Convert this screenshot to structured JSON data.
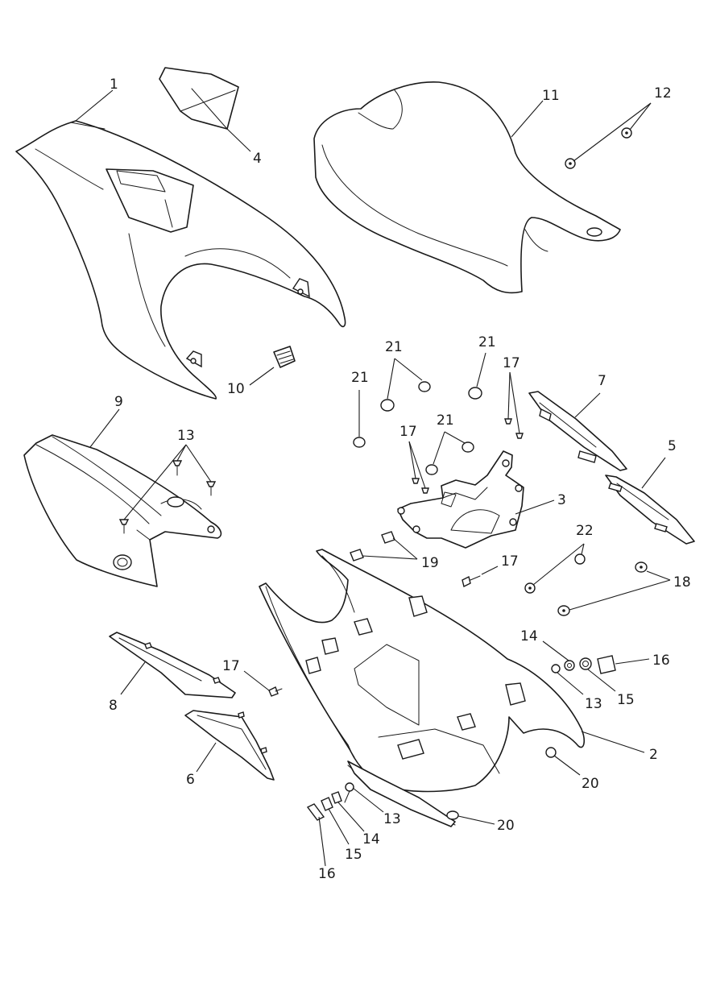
{
  "callouts": [
    {
      "id": "c1",
      "label": "1"
    },
    {
      "id": "c4",
      "label": "4"
    },
    {
      "id": "c11",
      "label": "11"
    },
    {
      "id": "c12",
      "label": "12"
    },
    {
      "id": "c21a",
      "label": "21"
    },
    {
      "id": "c21b",
      "label": "21"
    },
    {
      "id": "c21c",
      "label": "21"
    },
    {
      "id": "c21d",
      "label": "21"
    },
    {
      "id": "c17a",
      "label": "17"
    },
    {
      "id": "c17b",
      "label": "17"
    },
    {
      "id": "c17c",
      "label": "17"
    },
    {
      "id": "c17d",
      "label": "17"
    },
    {
      "id": "c7",
      "label": "7"
    },
    {
      "id": "c5",
      "label": "5"
    },
    {
      "id": "c9",
      "label": "9"
    },
    {
      "id": "c13a",
      "label": "13"
    },
    {
      "id": "c13b",
      "label": "13"
    },
    {
      "id": "c13c",
      "label": "13"
    },
    {
      "id": "c10",
      "label": "10"
    },
    {
      "id": "c3",
      "label": "3"
    },
    {
      "id": "c19",
      "label": "19"
    },
    {
      "id": "c22",
      "label": "22"
    },
    {
      "id": "c18",
      "label": "18"
    },
    {
      "id": "c14a",
      "label": "14"
    },
    {
      "id": "c14b",
      "label": "14"
    },
    {
      "id": "c16a",
      "label": "16"
    },
    {
      "id": "c16b",
      "label": "16"
    },
    {
      "id": "c15a",
      "label": "15"
    },
    {
      "id": "c15b",
      "label": "15"
    },
    {
      "id": "c2",
      "label": "2"
    },
    {
      "id": "c20a",
      "label": "20"
    },
    {
      "id": "c20b",
      "label": "20"
    },
    {
      "id": "c8",
      "label": "8"
    },
    {
      "id": "c6",
      "label": "6"
    }
  ]
}
